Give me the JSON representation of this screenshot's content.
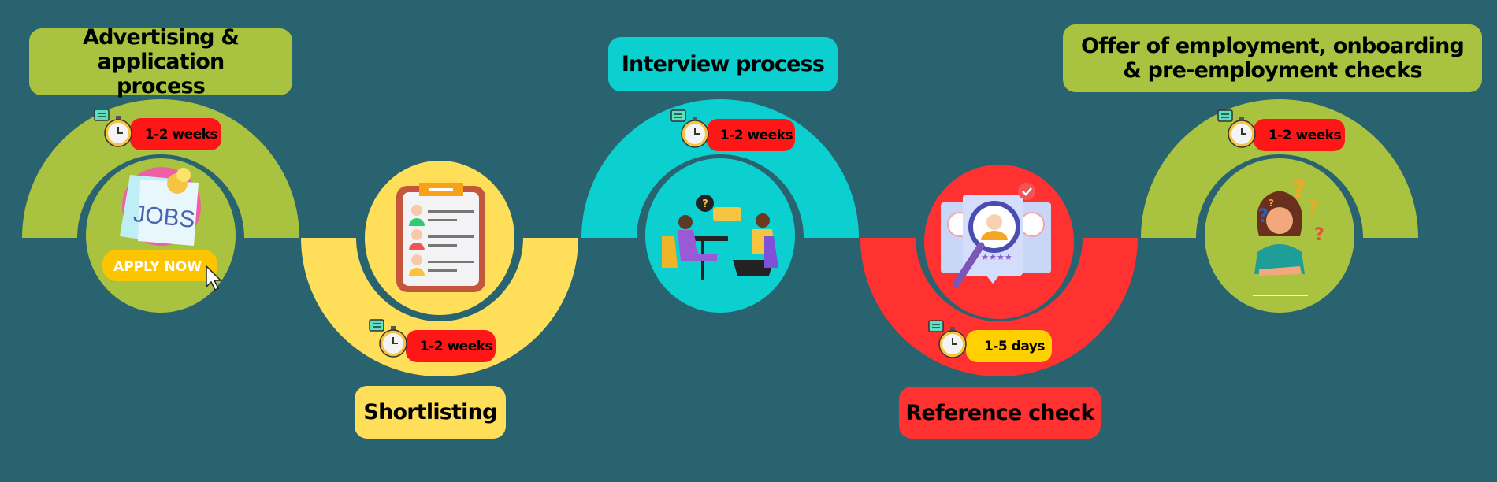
{
  "colors": {
    "background": "#2a6370",
    "green": "#a9c23f",
    "yellow": "#ffde59",
    "cyan": "#0ccfcf",
    "red": "#ff3131",
    "pill_red": "#ff1616",
    "pill_yellow": "#ffd000"
  },
  "stages": [
    {
      "title": "Advertising & application process",
      "duration": "1-2 weeks",
      "icon": "jobs-apply-now-icon",
      "apply_label": "APPLY NOW",
      "jobs_label": "JOBS"
    },
    {
      "title": "Shortlisting",
      "duration": "1-2 weeks",
      "icon": "clipboard-candidates-icon"
    },
    {
      "title": "Interview process",
      "duration": "1-2 weeks",
      "icon": "interview-people-icon"
    },
    {
      "title": "Reference check",
      "duration": "1-5 days",
      "icon": "reference-profiles-magnifier-icon"
    },
    {
      "title": "Offer of employment, onboarding & pre-employment checks",
      "duration": "1-2 weeks",
      "icon": "thinking-woman-icon"
    }
  ]
}
